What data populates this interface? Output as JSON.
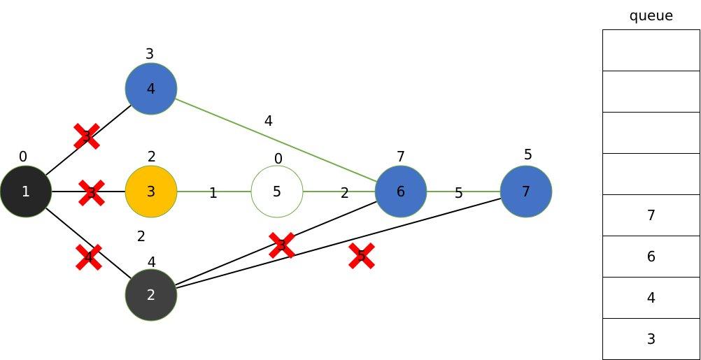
{
  "colors": {
    "black_node": "#262626",
    "dark_node": "#404040",
    "orange_node": "#FFC000",
    "blue_node": "#4472C4",
    "white_node": "#FFFFFF",
    "node_border": "#70AD47",
    "green_edge": "#70AD47",
    "black_edge": "#000000",
    "cross": "#FF0000"
  },
  "nodes": [
    {
      "id": "1",
      "label": "1",
      "dist": "0",
      "color": "black_node",
      "text_color": "#FFFFFF"
    },
    {
      "id": "4",
      "label": "4",
      "dist": "3",
      "color": "blue_node",
      "text_color": "#000000"
    },
    {
      "id": "3",
      "label": "3",
      "dist": "2",
      "color": "orange_node",
      "text_color": "#000000"
    },
    {
      "id": "5",
      "label": "5",
      "dist": "0",
      "color": "white_node",
      "text_color": "#000000"
    },
    {
      "id": "6",
      "label": "6",
      "dist": "7",
      "color": "blue_node",
      "text_color": "#000000"
    },
    {
      "id": "7",
      "label": "7",
      "dist": "5",
      "color": "blue_node",
      "text_color": "#000000"
    },
    {
      "id": "2",
      "label": "2",
      "dist": "4",
      "color": "dark_node",
      "text_color": "#FFFFFF"
    }
  ],
  "edges": [
    {
      "from": "1",
      "to": "4",
      "weight": "3",
      "color": "black_edge",
      "crossed": true
    },
    {
      "from": "1",
      "to": "3",
      "weight": "3",
      "color": "black_edge",
      "crossed": true
    },
    {
      "from": "1",
      "to": "2",
      "weight": "4",
      "color": "black_edge",
      "crossed": true
    },
    {
      "from": "4",
      "to": "6",
      "weight": "4",
      "color": "green_edge",
      "crossed": false
    },
    {
      "from": "3",
      "to": "5",
      "weight": "1",
      "color": "green_edge",
      "crossed": false
    },
    {
      "from": "5",
      "to": "6",
      "weight": "2",
      "color": "green_edge",
      "crossed": false
    },
    {
      "from": "6",
      "to": "7",
      "weight": "5",
      "color": "green_edge",
      "crossed": false
    },
    {
      "from": "2",
      "to": "6",
      "weight": "3",
      "color": "black_edge",
      "crossed": true
    },
    {
      "from": "2",
      "to": "7",
      "weight": "5",
      "color": "black_edge",
      "crossed": true
    }
  ],
  "extra_labels": [
    "2"
  ],
  "queue": {
    "title": "queue",
    "cells": [
      "",
      "",
      "",
      "",
      "7",
      "6",
      "4",
      "3"
    ]
  }
}
